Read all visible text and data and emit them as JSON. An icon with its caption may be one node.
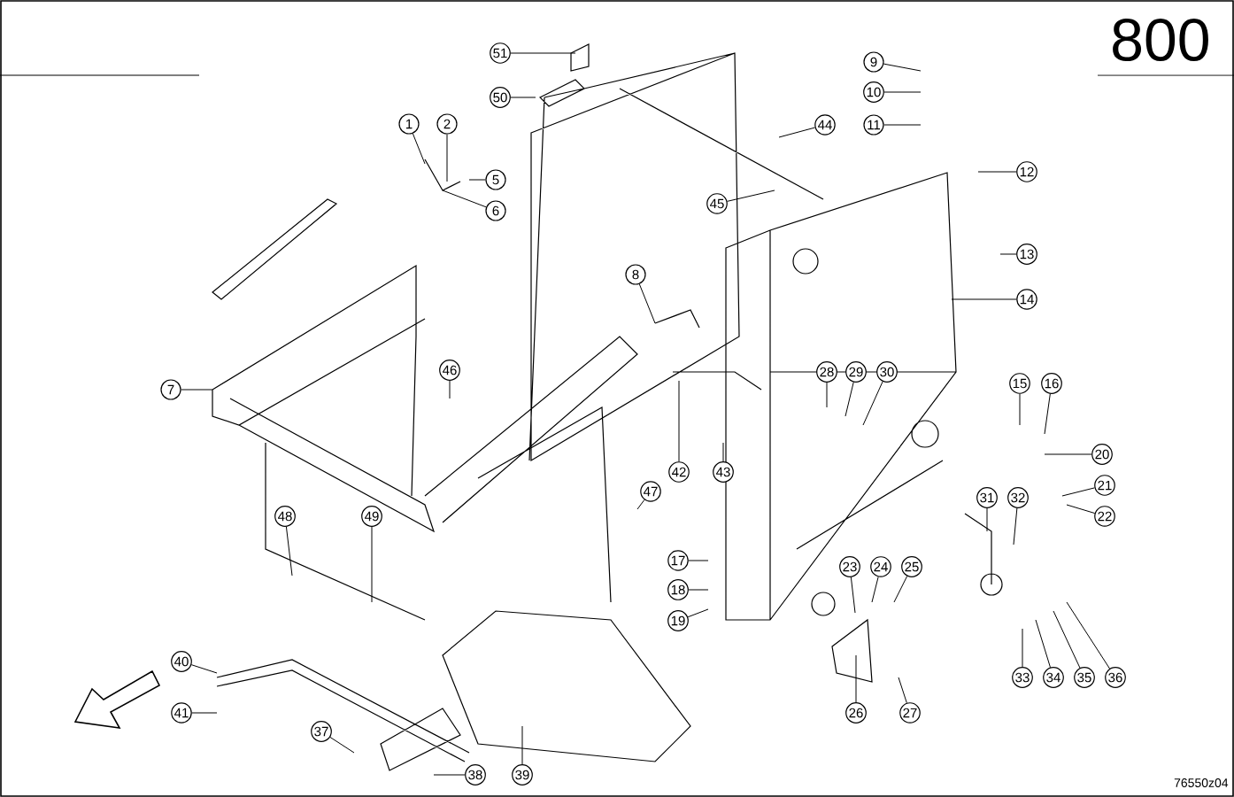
{
  "diagram": {
    "nodes": [
      {
        "text": [
          "1"
        ]
      },
      {
        "text": [
          "2"
        ]
      },
      {
        "text": [
          "5"
        ]
      },
      {
        "text": [
          "6"
        ]
      },
      {
        "text": [
          "7"
        ]
      },
      {
        "text": [
          "8"
        ]
      },
      {
        "text": [
          "9"
        ]
      },
      {
        "text": [
          "10"
        ]
      },
      {
        "text": [
          "11"
        ]
      },
      {
        "text": [
          "12"
        ]
      },
      {
        "text": [
          "13"
        ]
      },
      {
        "text": [
          "14"
        ]
      },
      {
        "text": [
          "15"
        ]
      },
      {
        "text": [
          "16"
        ]
      },
      {
        "text": [
          "17"
        ]
      },
      {
        "text": [
          "18"
        ]
      },
      {
        "text": [
          "19"
        ]
      },
      {
        "text": [
          "20"
        ]
      },
      {
        "text": [
          "21"
        ]
      },
      {
        "text": [
          "22"
        ]
      },
      {
        "text": [
          "23"
        ]
      },
      {
        "text": [
          "24"
        ]
      },
      {
        "text": [
          "25"
        ]
      },
      {
        "text": [
          "26"
        ]
      },
      {
        "text": [
          "27"
        ]
      },
      {
        "text": [
          "28"
        ]
      },
      {
        "text": [
          "29"
        ]
      },
      {
        "text": [
          "30"
        ]
      },
      {
        "text": [
          "31"
        ]
      },
      {
        "text": [
          "32"
        ]
      },
      {
        "text": [
          "33"
        ]
      },
      {
        "text": [
          "34"
        ]
      },
      {
        "text": [
          "35"
        ]
      },
      {
        "text": [
          "36"
        ]
      },
      {
        "text": [
          "37"
        ]
      },
      {
        "text": [
          "38"
        ]
      },
      {
        "text": [
          "39"
        ]
      },
      {
        "text": [
          "40"
        ]
      },
      {
        "text": [
          "41"
        ]
      },
      {
        "text": [
          "42"
        ]
      },
      {
        "text": [
          "43"
        ]
      },
      {
        "text": [
          "44"
        ]
      },
      {
        "text": [
          "45"
        ]
      },
      {
        "text": [
          "46"
        ]
      },
      {
        "text": [
          "47"
        ]
      },
      {
        "text": [
          "48"
        ]
      },
      {
        "text": [
          "49"
        ]
      },
      {
        "text": [
          "50"
        ]
      },
      {
        "text": [
          "51"
        ]
      }
    ],
    "edges": [
      {
        "from": 0,
        "to": null,
        "arrow": "none"
      },
      {
        "from": 1,
        "to": null,
        "arrow": "none"
      },
      {
        "from": 2,
        "to": null,
        "arrow": "none"
      },
      {
        "from": 3,
        "to": null,
        "arrow": "none"
      },
      {
        "from": 4,
        "to": null,
        "arrow": "none"
      },
      {
        "from": 5,
        "to": null,
        "arrow": "none"
      },
      {
        "from": 6,
        "to": null,
        "arrow": "none"
      },
      {
        "from": 7,
        "to": null,
        "arrow": "none"
      },
      {
        "from": 8,
        "to": null,
        "arrow": "none"
      },
      {
        "from": 9,
        "to": null,
        "arrow": "none"
      },
      {
        "from": 10,
        "to": null,
        "arrow": "none"
      },
      {
        "from": 11,
        "to": null,
        "arrow": "none"
      },
      {
        "from": 12,
        "to": null,
        "arrow": "none"
      },
      {
        "from": 13,
        "to": null,
        "arrow": "none"
      },
      {
        "from": 14,
        "to": null,
        "arrow": "none"
      },
      {
        "from": 15,
        "to": null,
        "arrow": "none"
      },
      {
        "from": 16,
        "to": null,
        "arrow": "none"
      },
      {
        "from": 17,
        "to": null,
        "arrow": "none"
      },
      {
        "from": 18,
        "to": null,
        "arrow": "none"
      },
      {
        "from": 19,
        "to": null,
        "arrow": "none"
      },
      {
        "from": 20,
        "to": null,
        "arrow": "none"
      },
      {
        "from": 21,
        "to": null,
        "arrow": "none"
      },
      {
        "from": 22,
        "to": null,
        "arrow": "none"
      },
      {
        "from": 23,
        "to": null,
        "arrow": "none"
      },
      {
        "from": 24,
        "to": null,
        "arrow": "none"
      },
      {
        "from": 25,
        "to": null,
        "arrow": "none"
      },
      {
        "from": 26,
        "to": null,
        "arrow": "none"
      },
      {
        "from": 27,
        "to": null,
        "arrow": "none"
      },
      {
        "from": 28,
        "to": null,
        "arrow": "none"
      },
      {
        "from": 29,
        "to": null,
        "arrow": "none"
      },
      {
        "from": 30,
        "to": null,
        "arrow": "none"
      },
      {
        "from": 31,
        "to": null,
        "arrow": "none"
      },
      {
        "from": 32,
        "to": null,
        "arrow": "none"
      },
      {
        "from": 33,
        "to": null,
        "arrow": "none"
      },
      {
        "from": 34,
        "to": null,
        "arrow": "none"
      },
      {
        "from": 35,
        "to": null,
        "arrow": "none"
      },
      {
        "from": 36,
        "to": null,
        "arrow": "none"
      },
      {
        "from": 37,
        "to": null,
        "arrow": "none"
      },
      {
        "from": 38,
        "to": null,
        "arrow": "none"
      },
      {
        "from": 39,
        "to": null,
        "arrow": "none"
      },
      {
        "from": 40,
        "to": null,
        "arrow": "none"
      },
      {
        "from": 41,
        "to": null,
        "arrow": "none"
      },
      {
        "from": 42,
        "to": null,
        "arrow": "none"
      },
      {
        "from": 43,
        "to": null,
        "arrow": "none"
      },
      {
        "from": 44,
        "to": null,
        "arrow": "none"
      },
      {
        "from": 45,
        "to": null,
        "arrow": "none"
      },
      {
        "from": 46,
        "to": null,
        "arrow": "none"
      },
      {
        "from": 47,
        "to": null,
        "arrow": "none"
      },
      {
        "from": 48,
        "to": null,
        "arrow": "none"
      }
    ],
    "labels": [
      "800",
      "76550z04"
    ]
  }
}
